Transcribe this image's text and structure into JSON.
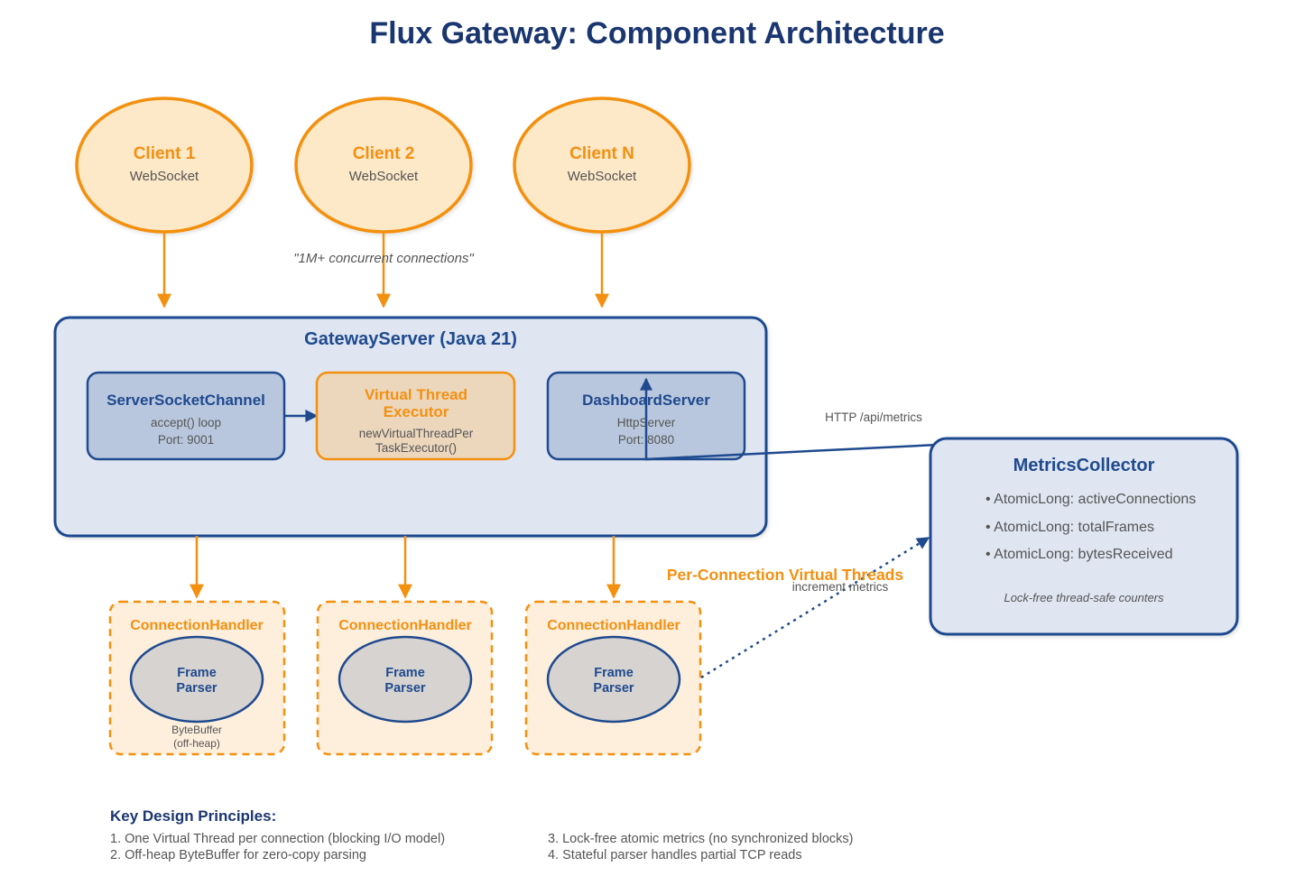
{
  "title": "Flux Gateway: Component Architecture",
  "colors": {
    "navy": "#1f4a8f",
    "title_navy": "#1a3670",
    "orange": "#f39010",
    "client_fill": "#fde8c8",
    "gateway_fill": "#dfe5f1",
    "blue_box_fill": "#b9c7de",
    "orange_box_fill": "#ecd7bd",
    "handler_fill": "#fdefdc",
    "parser_fill": "#d6d3d0",
    "text_gray": "#555555"
  },
  "clients": [
    {
      "name": "Client 1",
      "protocol": "WebSocket"
    },
    {
      "name": "Client 2",
      "protocol": "WebSocket"
    },
    {
      "name": "Client N",
      "protocol": "WebSocket"
    }
  ],
  "concurrency_note": "\"1M+ concurrent connections\"",
  "gateway": {
    "title": "GatewayServer (Java 21)",
    "server_socket": {
      "title": "ServerSocketChannel",
      "line1": "accept() loop",
      "line2": "Port: 9001"
    },
    "executor": {
      "title_line1": "Virtual Thread",
      "title_line2": "Executor",
      "line1": "newVirtualThreadPer",
      "line2": "TaskExecutor()"
    },
    "dashboard": {
      "title": "DashboardServer",
      "line1": "HttpServer",
      "line2": "Port: 8080"
    }
  },
  "http_label": "HTTP /api/metrics",
  "metrics": {
    "title": "MetricsCollector",
    "items": [
      "• AtomicLong: activeConnections",
      "• AtomicLong: totalFrames",
      "• AtomicLong: bytesReceived"
    ],
    "note": "Lock-free thread-safe counters"
  },
  "per_connection_label": "Per-Connection Virtual Threads",
  "increment_label": "increment metrics",
  "handlers": [
    {
      "title": "ConnectionHandler",
      "parser_line1": "Frame",
      "parser_line2": "Parser",
      "buffer_line1": "ByteBuffer",
      "buffer_line2": "(off-heap)"
    },
    {
      "title": "ConnectionHandler",
      "parser_line1": "Frame",
      "parser_line2": "Parser"
    },
    {
      "title": "ConnectionHandler",
      "parser_line1": "Frame",
      "parser_line2": "Parser"
    }
  ],
  "principles": {
    "heading": "Key Design Principles:",
    "items": [
      "1. One Virtual Thread per connection (blocking I/O model)",
      "2. Off-heap ByteBuffer for zero-copy parsing",
      "3. Lock-free atomic metrics (no synchronized blocks)",
      "4. Stateful parser handles partial TCP reads"
    ]
  }
}
